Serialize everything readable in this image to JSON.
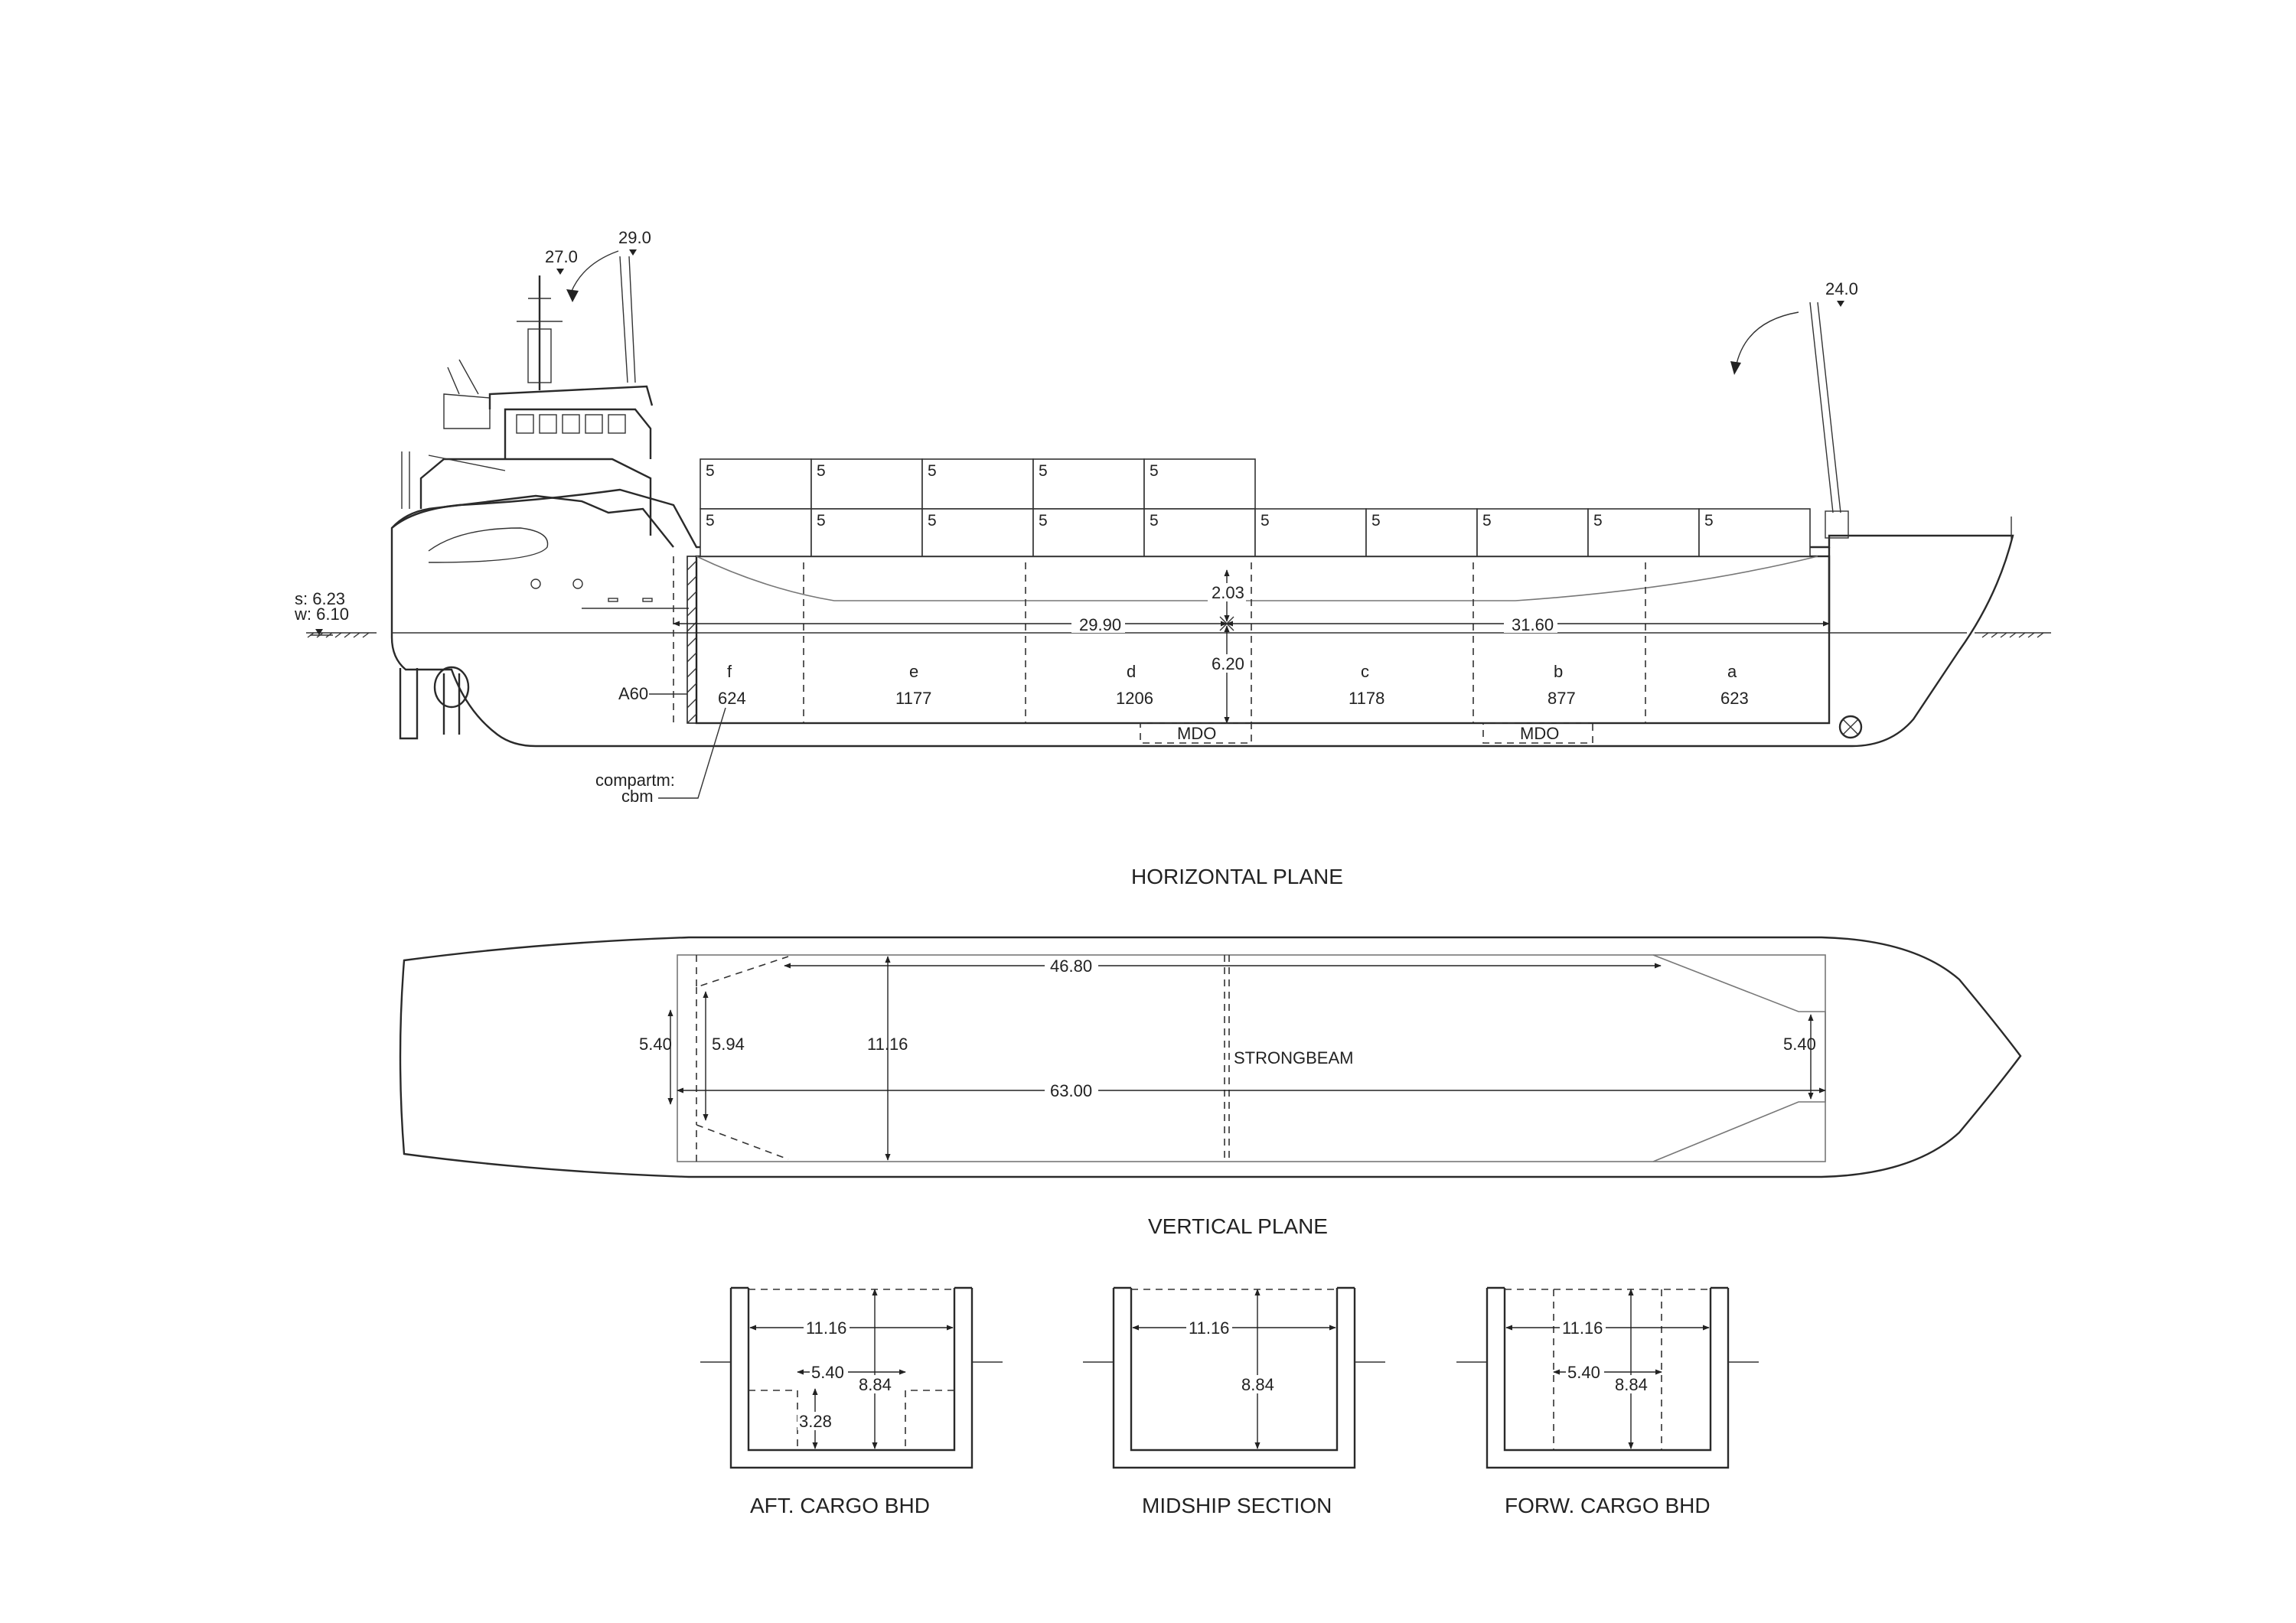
{
  "colors": {
    "line": "#2a2a2a",
    "background": "#ffffff"
  },
  "profile": {
    "crane_heights": [
      "29.0",
      "27.0",
      "24.0"
    ],
    "draught_summer": "s:  6.23",
    "draught_winter": "w: 6.10",
    "a60": "A60",
    "legend_line1": "compartm:",
    "legend_line2": "cbm",
    "container_tier_label": "5",
    "len_aft": "29.90",
    "len_fwd": "31.60",
    "height_upper": "2.03",
    "height_lower": "6.20",
    "mdo": "MDO",
    "compartments": [
      {
        "id": "f",
        "cbm": "624"
      },
      {
        "id": "e",
        "cbm": "1177"
      },
      {
        "id": "d",
        "cbm": "1206"
      },
      {
        "id": "c",
        "cbm": "1178"
      },
      {
        "id": "b",
        "cbm": "877"
      },
      {
        "id": "a",
        "cbm": "623"
      }
    ]
  },
  "horizontal_plane": {
    "title": "HORIZONTAL PLANE",
    "len_main": "46.80",
    "len_total": "63.00",
    "width_aft_outer": "5.40",
    "width_aft_inner": "5.94",
    "width_mid": "11.16",
    "width_fwd": "5.40",
    "strongbeam": "STRONGBEAM"
  },
  "vertical_plane": {
    "title": "VERTICAL PLANE",
    "sections": [
      {
        "title": "AFT. CARGO BHD",
        "width": "11.16",
        "inner_width": "5.40",
        "height": "8.84",
        "step_height": "3.28"
      },
      {
        "title": "MIDSHIP SECTION",
        "width": "11.16",
        "height": "8.84"
      },
      {
        "title": "FORW. CARGO BHD",
        "width": "11.16",
        "inner_width": "5.40",
        "height": "8.84"
      }
    ]
  }
}
